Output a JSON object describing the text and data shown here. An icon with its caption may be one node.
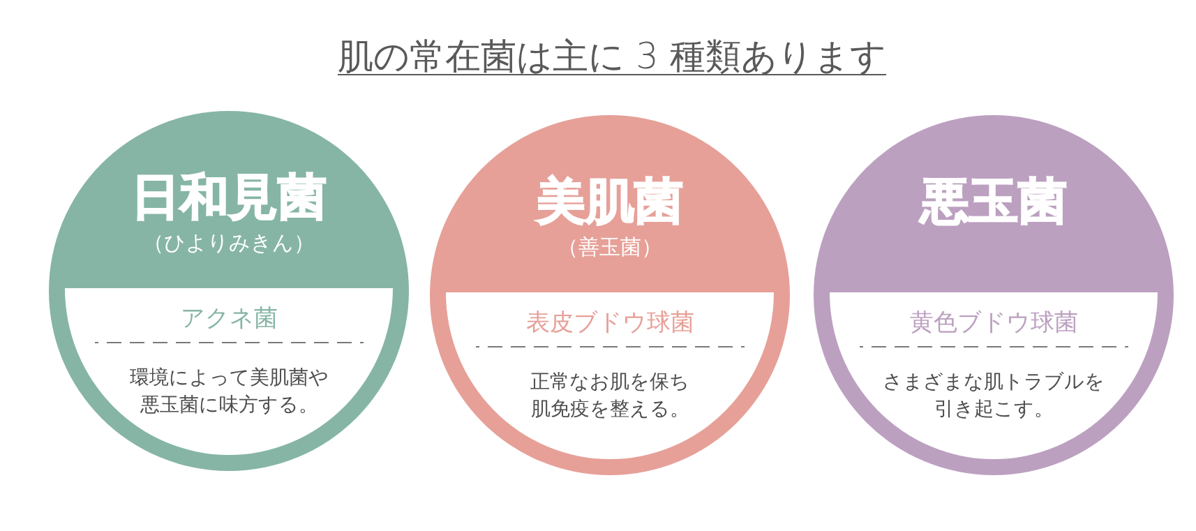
{
  "diagram": {
    "title": "肌の常在菌は主に 3 種類あります",
    "nodes": [
      {
        "text": [
          "日和見菌",
          "（ひよりみきん）"
        ]
      },
      {
        "text": [
          "アクネ菌",
          "環境によって美肌菌や悪玉菌に味方する。"
        ],
        "in": 0
      },
      {
        "text": [
          "美肌菌",
          "（善玉菌）"
        ]
      },
      {
        "text": [
          "表皮ブドウ球菌",
          "正常なお肌を保ち肌免疫を整える。"
        ],
        "in": 2
      },
      {
        "text": [
          "悪玉菌"
        ]
      },
      {
        "text": [
          "黄色ブドウ球菌",
          "さまざまな肌トラブルを引き起こす。"
        ],
        "in": 4
      }
    ]
  }
}
